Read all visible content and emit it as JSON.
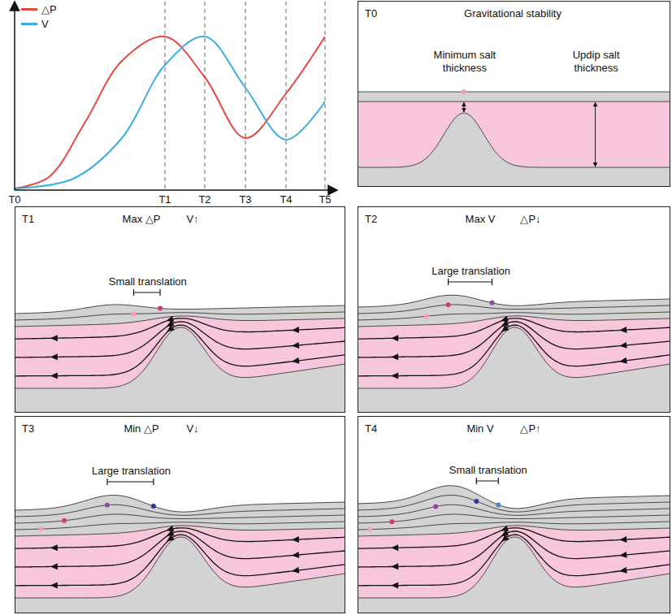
{
  "diagram": {
    "nodes": [
      {
        "text": [
          "T0",
          "Gravitational stability",
          "Minimum salt thickness",
          "Updip salt thickness"
        ]
      },
      {
        "text": [
          "T1",
          "Max △P",
          "V↑",
          "Small translation"
        ]
      },
      {
        "text": [
          "T2",
          "Max V",
          "△P↓",
          "Large translation"
        ]
      },
      {
        "text": [
          "T3",
          "Min △P",
          "V↓",
          "Large translation"
        ]
      },
      {
        "text": [
          "T4",
          "Min V",
          "△P↑",
          "Small translation"
        ]
      }
    ],
    "edges": [],
    "labels": [
      "T0",
      "T1",
      "T2",
      "T3",
      "T4",
      "T5"
    ],
    "legend": [
      {
        "text": "△P",
        "color": "#e8473d"
      },
      {
        "text": "V",
        "color": "#3aaee0"
      }
    ]
  }
}
